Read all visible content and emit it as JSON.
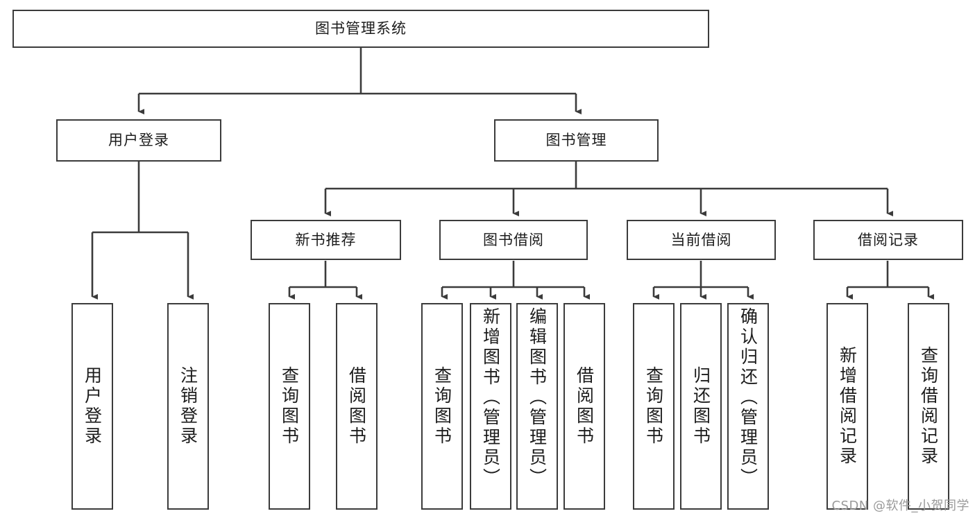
{
  "diagram": {
    "title": "图书管理系统",
    "type": "tree-hierarchy-chart",
    "root": {
      "label": "图书管理系统"
    },
    "level2": [
      {
        "label": "用户登录"
      },
      {
        "label": "图书管理"
      }
    ],
    "level3": [
      {
        "label": "新书推荐"
      },
      {
        "label": "图书借阅"
      },
      {
        "label": "当前借阅"
      },
      {
        "label": "借阅记录"
      }
    ],
    "leaves": {
      "user_login": [
        {
          "label": "用户登录"
        },
        {
          "label": "注销登录"
        }
      ],
      "new_book_recommend": [
        {
          "label": "查询图书"
        },
        {
          "label": "借阅图书"
        }
      ],
      "book_borrow": [
        {
          "label": "查询图书"
        },
        {
          "label": "新增图书（管理员）"
        },
        {
          "label": "编辑图书（管理员）"
        },
        {
          "label": "借阅图书"
        }
      ],
      "current_borrow": [
        {
          "label": "查询图书"
        },
        {
          "label": "归还图书"
        },
        {
          "label": "确认归还（管理员）"
        }
      ],
      "borrow_records": [
        {
          "label": "新增借阅记录"
        },
        {
          "label": "查询借阅记录"
        }
      ]
    }
  },
  "watermark": {
    "text": "CSDN @软件_小贺同学"
  },
  "colors": {
    "stroke": "#3b3b3b",
    "text": "#1c1c1c",
    "background": "#ffffff",
    "watermark": "#9a9a9a"
  }
}
